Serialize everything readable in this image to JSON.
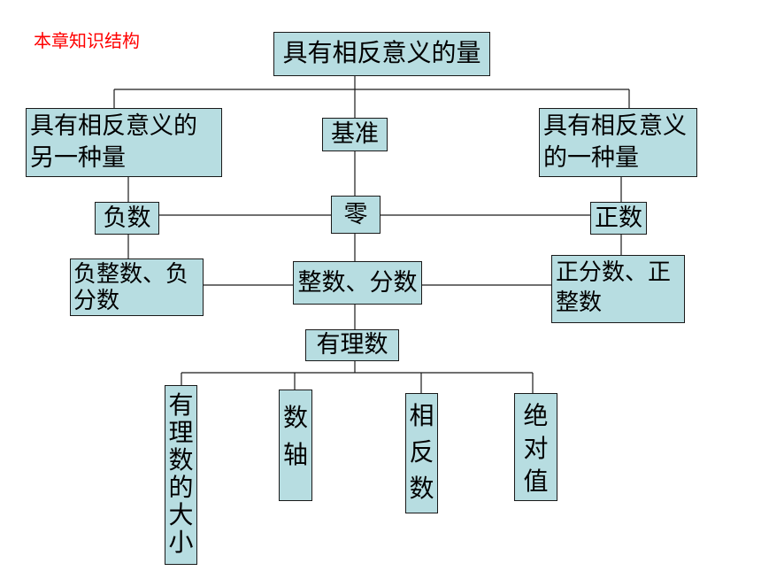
{
  "title": "本章知识结构",
  "nodes": {
    "root": "具有相反意义的量",
    "left_quantity": "具有相反意义的另一种量",
    "baseline": "基准",
    "right_quantity": "具有相反意义的一种量",
    "negative": "负数",
    "zero": "零",
    "positive": "正数",
    "negative_parts": "负整数、负分数",
    "integer_fraction": "整数、分数",
    "positive_parts": "正分数、正整数",
    "rational": "有理数",
    "compare": "有\n理\n数\n的\n大\n小",
    "number_line": "数\n轴",
    "opposite": "相\n反\n数",
    "absolute": "绝\n对\n值"
  }
}
